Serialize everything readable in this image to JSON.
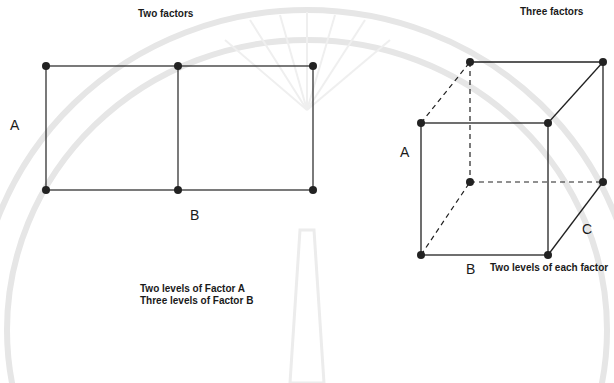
{
  "diagram": {
    "labels": [
      "Two factors",
      "Three factors",
      "A",
      "B",
      "Two levels of Factor A",
      "Three levels of Factor B",
      "A",
      "B",
      "C",
      "Two levels of each factor"
    ]
  }
}
